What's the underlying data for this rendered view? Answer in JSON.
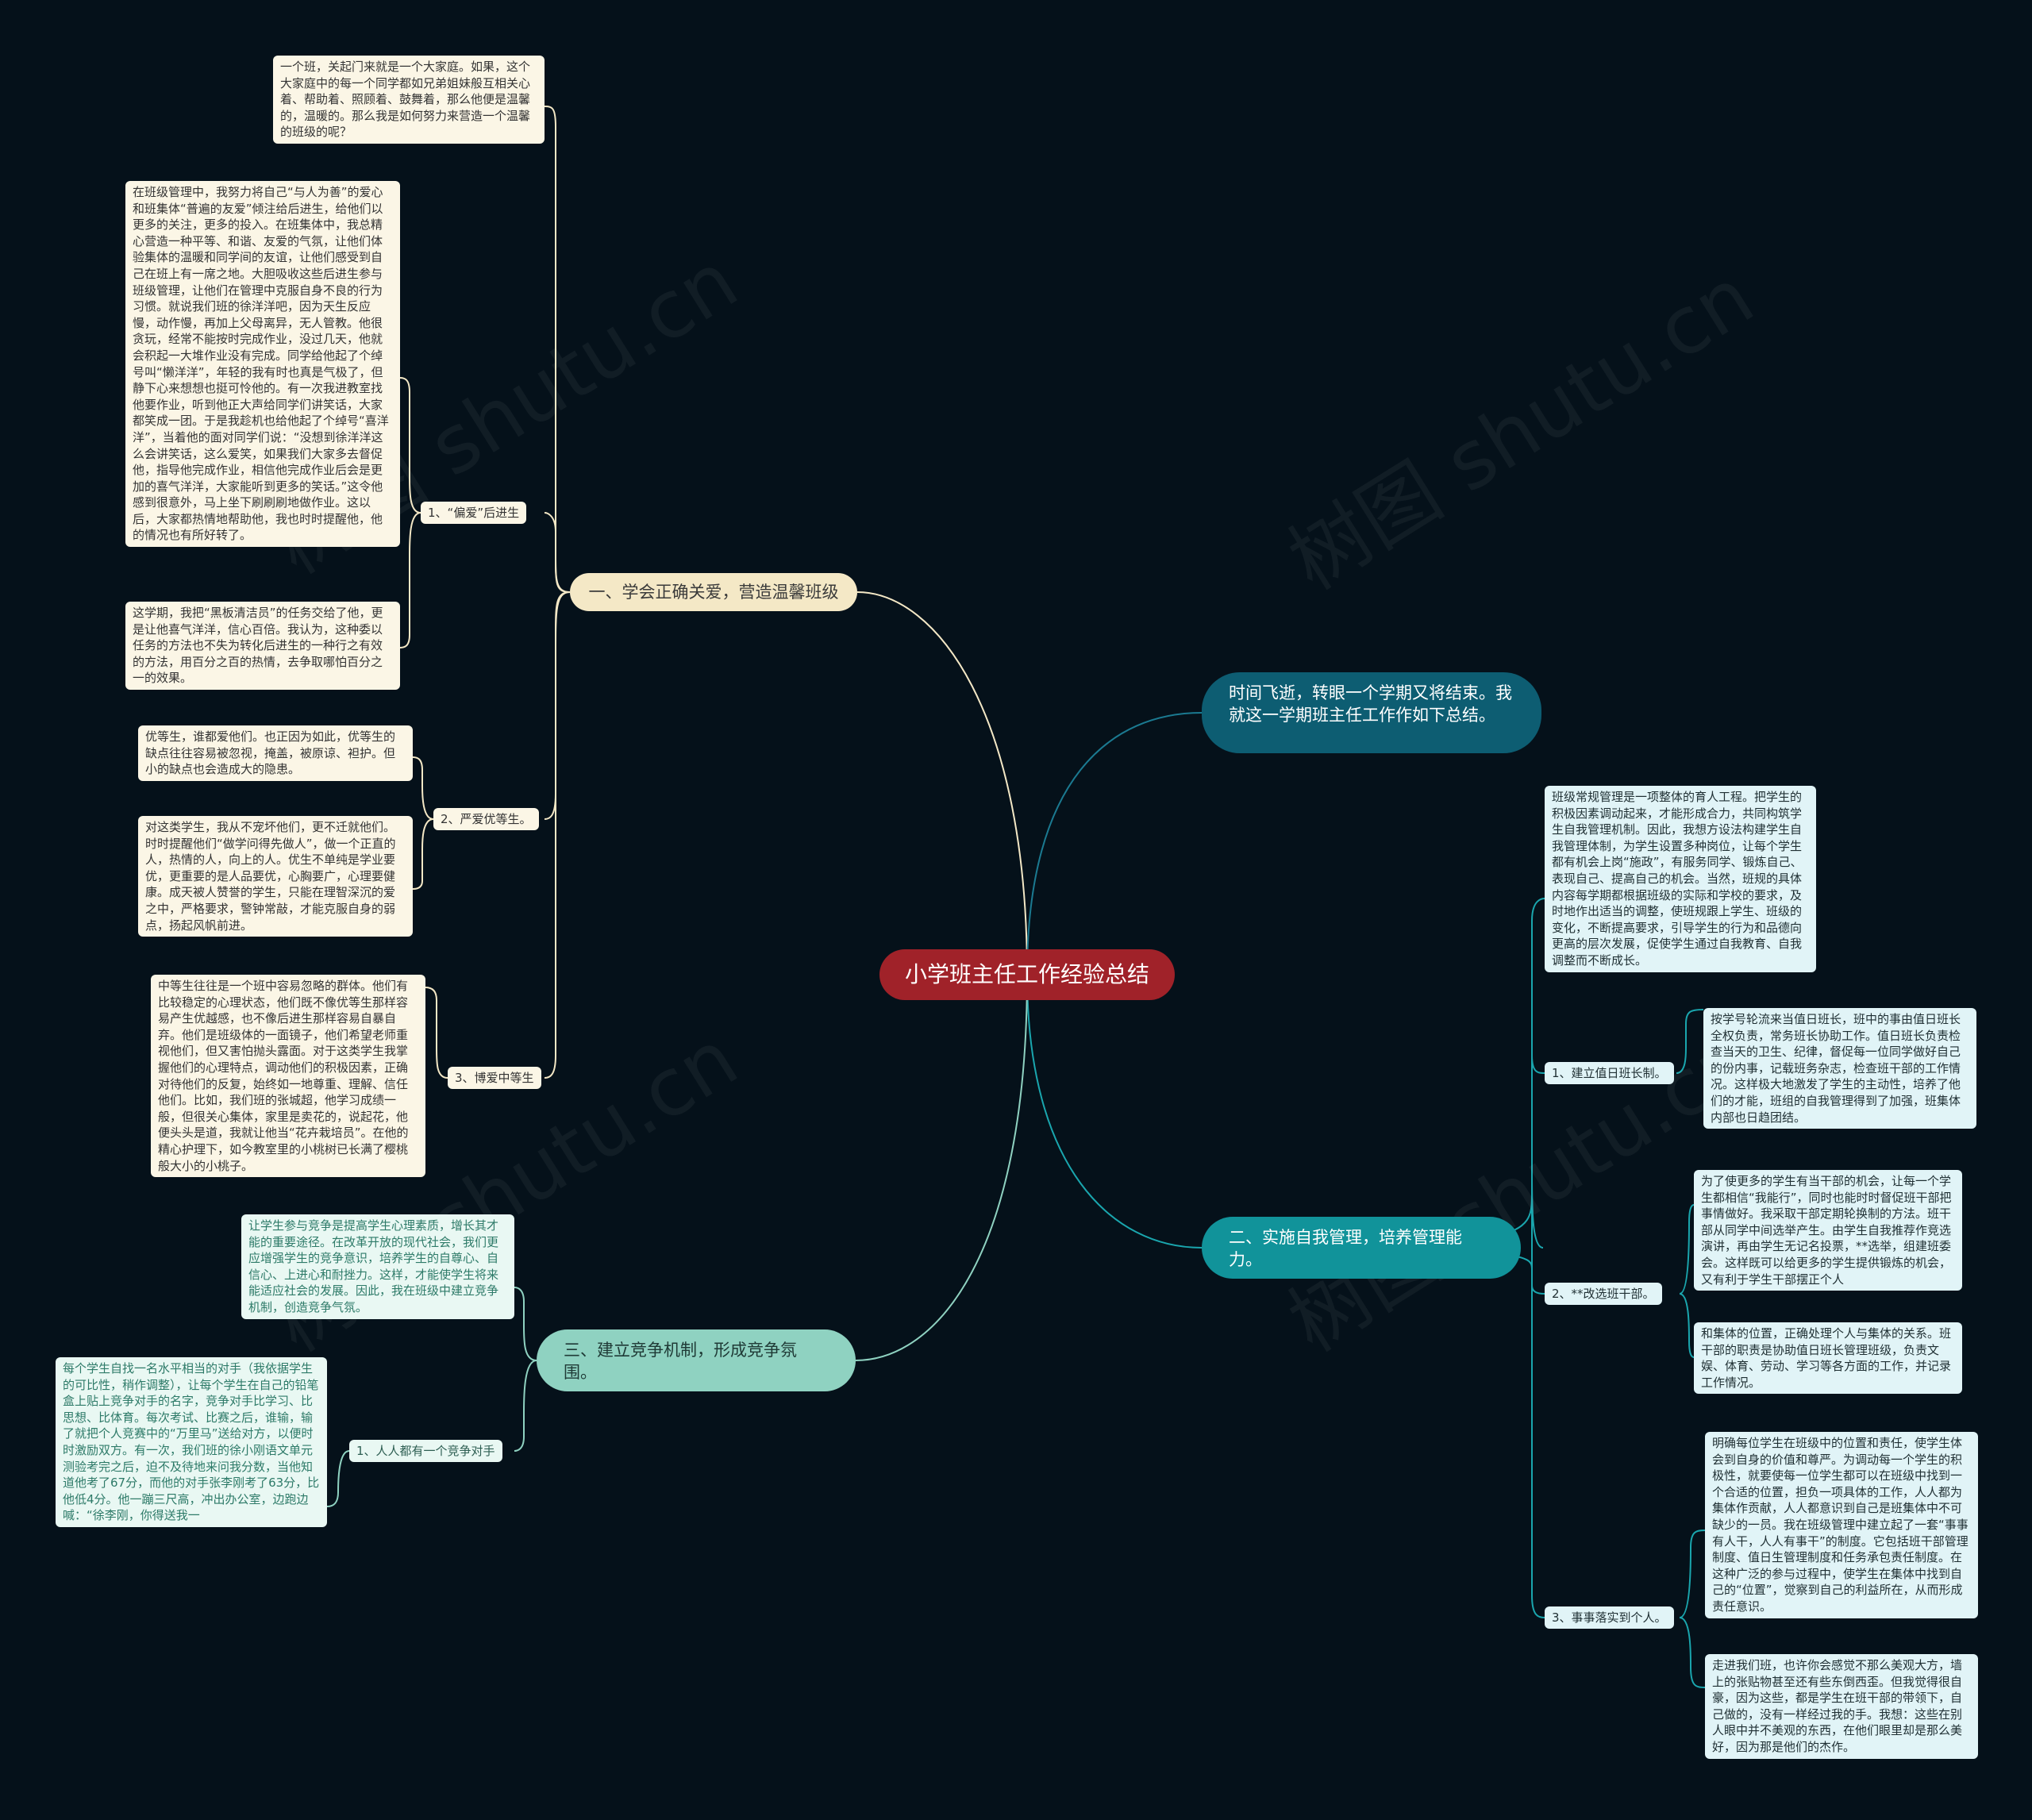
{
  "colors": {
    "background": "#05111a",
    "root": "#a02229",
    "branch_cream": "#f4e8c6",
    "branch_dark_teal": "#0d5d72",
    "branch_teal": "#11939a",
    "branch_mint": "#8fd2c1"
  },
  "root": {
    "label": "小学班主任工作经验总结"
  },
  "branch1": {
    "label": "一、学会正确关爱，营造温馨班级",
    "intro": "一个班，关起门来就是一个大家庭。如果，这个大家庭中的每一个同学都如兄弟姐妹般互相关心着、帮助着、照顾着、鼓舞着，那么他便是温馨的，温暖的。那么我是如何努力来营造一个温馨的班级的呢？",
    "sub1": {
      "label": "1、“偏爱”后进生",
      "leaf1": "在班级管理中，我努力将自己“与人为善”的爱心和班集体“普遍的友爱”倾注给后进生，给他们以更多的关注，更多的投入。在班集体中，我总精心营造一种平等、和谐、友爱的气氛，让他们体验集体的温暖和同学间的友谊，让他们感受到自己在班上有一席之地。大胆吸收这些后进生参与班级管理，让他们在管理中克服自身不良的行为习惯。就说我们班的徐洋洋吧，因为天生反应慢，动作慢，再加上父母离异，无人管教。他很贪玩，经常不能按时完成作业，没过几天，他就会积起一大堆作业没有完成。同学给他起了个绰号叫“懒洋洋”，年轻的我有时也真是气极了，但静下心来想想也挺可怜他的。有一次我进教室找他要作业，听到他正大声给同学们讲笑话，大家都笑成一团。于是我趁机也给他起了个绰号“喜洋洋”，当着他的面对同学们说：“没想到徐洋洋这么会讲笑话，这么爱笑，如果我们大家多去督促他，指导他完成作业，相信他完成作业后会是更加的喜气洋洋，大家能听到更多的笑话。”这令他感到很意外，马上坐下刷刷刷地做作业。这以后，大家都热情地帮助他，我也时时提醒他，他的情况也有所好转了。",
      "leaf2": "这学期，我把“黑板清洁员”的任务交给了他，更是让他喜气洋洋，信心百倍。我认为，这种委以任务的方法也不失为转化后进生的一种行之有效的方法，用百分之百的热情，去争取哪怕百分之一的效果。"
    },
    "sub2": {
      "label": "2、严爱优等生。",
      "leaf1": "优等生，谁都爱他们。也正因为如此，优等生的缺点往往容易被忽视，掩盖，被原谅、袒护。但小的缺点也会造成大的隐患。",
      "leaf2": "对这类学生，我从不宠坏他们，更不迁就他们。时时提醒他们“做学问得先做人”，做一个正直的人，热情的人，向上的人。优生不单纯是学业要优，更重要的是人品要优，心胸要广，心理要健康。成天被人赞誉的学生，只能在理智深沉的爱之中，严格要求，警钟常敲，才能克服自身的弱点，扬起风帆前进。"
    },
    "sub3": {
      "label": "3、博爱中等生",
      "leaf1": "中等生往往是一个班中容易忽略的群体。他们有比较稳定的心理状态，他们既不像优等生那样容易产生优越感，也不像后进生那样容易自暴自弃。他们是班级体的一面镜子，他们希望老师重视他们，但又害怕抛头露面。对于这类学生我掌握他们的心理特点，调动他们的积极因素，正确对待他们的反复，始终如一地尊重、理解、信任他们。比如，我们班的张城超，他学习成绩一般，但很关心集体，家里是卖花的，说起花，他便头头是道，我就让他当“花卉栽培员”。在他的精心护理下，如今教室里的小桃树已长满了樱桃般大小的小桃子。"
    }
  },
  "branch2": {
    "label": "时间飞逝，转眼一个学期又将结束。我就这一学期班主任工作作如下总结。"
  },
  "branch3": {
    "label": "二、实施自我管理，培养管理能力。",
    "intro": "班级常规管理是一项整体的育人工程。把学生的积极因素调动起来，才能形成合力，共同构筑学生自我管理机制。因此，我想方设法构建学生自我管理体制，为学生设置多种岗位，让每个学生都有机会上岗“施政”，有服务同学、锻炼自己、表现自己、提高自己的机会。当然，班规的具体内容每学期都根据班级的实际和学校的要求，及时地作出适当的调整，使班规跟上学生、班级的变化，不断提高要求，引导学生的行为和品德向更高的层次发展，促使学生通过自我教育、自我调整而不断成长。",
    "sub1": {
      "label": "1、建立值日班长制。",
      "leaf1": "按学号轮流来当值日班长，班中的事由值日班长全权负责，常务班长协助工作。值日班长负责检查当天的卫生、纪律，督促每一位同学做好自己的份内事，记载班务杂志，检查班干部的工作情况。这样极大地激发了学生的主动性，培养了他们的才能，班组的自我管理得到了加强，班集体内部也日趋团结。"
    },
    "sub2": {
      "label": "2、**改选班干部。",
      "leaf1": "为了使更多的学生有当干部的机会，让每一个学生都相信“我能行”，同时也能时时督促班干部把事情做好。我采取干部定期轮换制的方法。班干部从同学中间选举产生。由学生自我推荐作竞选演讲，再由学生无记名投票，**选举，组建班委会。这样既可以给更多的学生提供锻炼的机会，又有利于学生干部摆正个人",
      "leaf2": "和集体的位置，正确处理个人与集体的关系。班干部的职责是协助值日班长管理班级，负责文娱、体育、劳动、学习等各方面的工作，并记录工作情况。"
    },
    "sub3": {
      "label": "3、事事落实到个人。",
      "leaf1": "明确每位学生在班级中的位置和责任，使学生体会到自身的价值和尊严。为调动每一个学生的积极性，就要使每一位学生都可以在班级中找到一个合适的位置，担负一项具体的工作，人人都为集体作贡献，人人都意识到自己是班集体中不可缺少的一员。我在班级管理中建立起了一套“事事有人干，人人有事干”的制度。它包括班干部管理制度、值日生管理制度和任务承包责任制度。在这种广泛的参与过程中，使学生在集体中找到自己的“位置”，觉察到自己的利益所在，从而形成责任意识。",
      "leaf2": "走进我们班，也许你会感觉不那么美观大方，墙上的张贴物甚至还有些东倒西歪。但我觉得很自豪，因为这些，都是学生在班干部的带领下，自己做的，没有一样经过我的手。我想：这些在别人眼中并不美观的东西，在他们眼里却是那么美好，因为那是他们的杰作。"
    }
  },
  "branch4": {
    "label": "三、建立竞争机制，形成竞争氛围。",
    "intro": "让学生参与竞争是提高学生心理素质，增长其才能的重要途径。在改革开放的现代社会，我们更应增强学生的竞争意识，培养学生的自尊心、自信心、上进心和耐挫力。这样，才能使学生将来能适应社会的发展。因此，我在班级中建立竞争机制，创造竞争气氛。",
    "sub1": {
      "label": "1、人人都有一个竞争对手",
      "leaf1": "每个学生自找一名水平相当的对手（我依据学生的可比性，稍作调整），让每个学生在自己的铅笔盒上贴上竞争对手的名字，竞争对手比学习、比思想、比体育。每次考试、比赛之后，谁输，输了就把个人竞赛中的“万里马”送给对方，以便时时激励双方。有一次，我们班的徐小刚语文单元测验考完之后，迫不及待地来问我分数，当他知道他考了67分，而他的对手张李刚考了63分，比他低4分。他一蹦三尺高，冲出办公室，边跑边喊：“徐李刚，你得送我一"
    }
  }
}
